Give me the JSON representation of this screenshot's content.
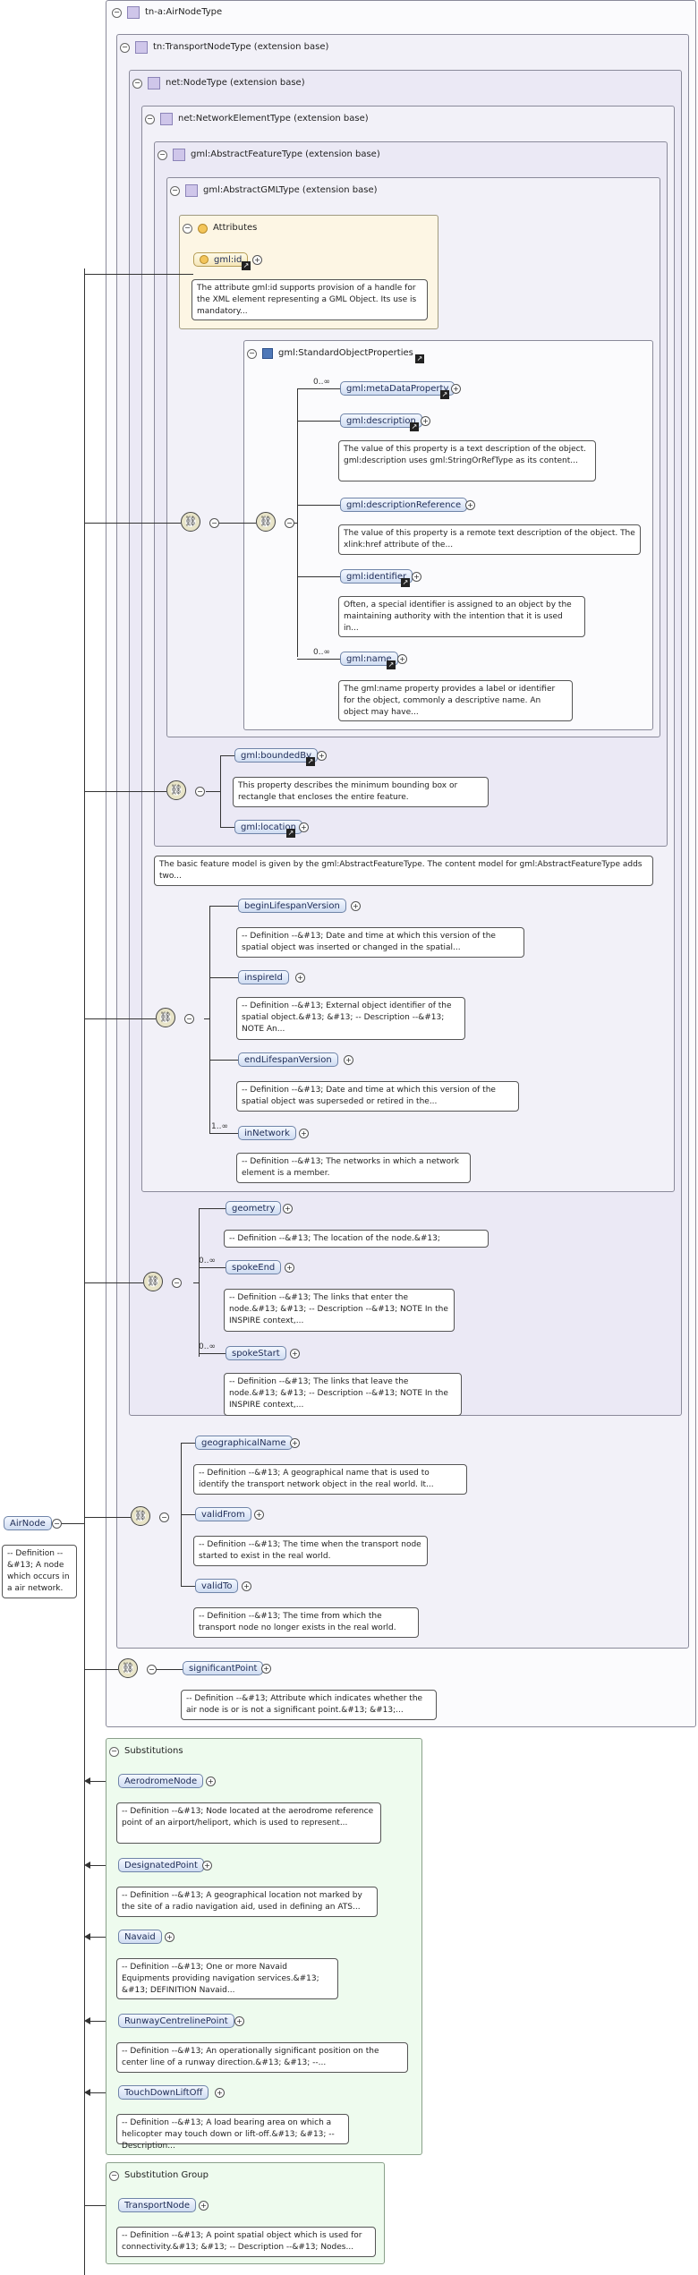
{
  "root": {
    "name": "AirNode",
    "description": "-- Definition --&#13; A node which occurs in a air network.",
    "type_header": "tn-a:AirNodeType"
  },
  "headers": {
    "transport_node_type": "tn:TransportNodeType (extension base)",
    "node_type": "net:NodeType (extension base)",
    "network_element_type": "net:NetworkElementType (extension base)",
    "abstract_feature_type": "gml:AbstractFeatureType (extension base)",
    "abstract_gml_type": "gml:AbstractGMLType (extension base)",
    "attributes": "Attributes",
    "standard_object_properties": "gml:StandardObjectProperties",
    "substitutions": "Substitutions",
    "substitution_group": "Substitution Group"
  },
  "gml_id": {
    "label": "gml:id",
    "description": "The attribute gml:id supports provision of a handle for the XML element representing a GML Object. Its use is mandatory..."
  },
  "standard_props": [
    {
      "label": "gml:metaDataProperty",
      "card": "0..∞",
      "description": ""
    },
    {
      "label": "gml:description",
      "card": "",
      "description": "The value of this property is a text description of the object. gml:description uses gml:StringOrRefType as its content..."
    },
    {
      "label": "gml:descriptionReference",
      "card": "",
      "description": "The value of this property is a remote text description of the object. The xlink:href attribute of the..."
    },
    {
      "label": "gml:identifier",
      "card": "",
      "description": "Often, a special identifier is assigned to an object by the maintaining authority with the intention that it is used in..."
    },
    {
      "label": "gml:name",
      "card": "0..∞",
      "description": "The gml:name property provides a label or identifier for the object, commonly a descriptive name. An object may have..."
    }
  ],
  "feature_props": [
    {
      "label": "gml:boundedBy",
      "description": "This property describes the minimum bounding box or rectangle that encloses the entire feature."
    },
    {
      "label": "gml:location",
      "description": ""
    }
  ],
  "feature_type_note": "The basic feature model is given by the gml:AbstractFeatureType. The content model for gml:AbstractFeatureType adds two...",
  "network_element_props": [
    {
      "label": "beginLifespanVersion",
      "card": "",
      "description": "-- Definition --&#13; Date and time at which this version of the spatial object was inserted or changed in the spatial..."
    },
    {
      "label": "inspireId",
      "card": "",
      "description": "-- Definition --&#13; External object identifier of the spatial object.&#13; &#13; -- Description --&#13; NOTE An..."
    },
    {
      "label": "endLifespanVersion",
      "card": "",
      "description": "-- Definition --&#13; Date and time at which this version of the spatial object was superseded or retired in the..."
    },
    {
      "label": "inNetwork",
      "card": "1..∞",
      "description": "-- Definition --&#13; The networks in which a network element is a member."
    }
  ],
  "node_props": [
    {
      "label": "geometry",
      "card": "",
      "description": "-- Definition --&#13; The location of the node.&#13;"
    },
    {
      "label": "spokeEnd",
      "card": "0..∞",
      "description": "-- Definition --&#13; The links that enter the node.&#13; &#13; -- Description --&#13; NOTE In the INSPIRE context,..."
    },
    {
      "label": "spokeStart",
      "card": "0..∞",
      "description": "-- Definition --&#13; The links that leave the node.&#13; &#13; -- Description --&#13; NOTE In the INSPIRE context,..."
    }
  ],
  "transport_node_props": [
    {
      "label": "geographicalName",
      "description": "-- Definition --&#13; A geographical name that is used to identify the transport network object in the real world. It..."
    },
    {
      "label": "validFrom",
      "description": "-- Definition --&#13; The time when the transport node started to exist in the real world."
    },
    {
      "label": "validTo",
      "description": "-- Definition --&#13; The time from which the transport node no longer exists in the real world."
    }
  ],
  "air_node_props": [
    {
      "label": "significantPoint",
      "description": "-- Definition --&#13; Attribute which indicates whether the air node is or is not a significant point.&#13; &#13;..."
    }
  ],
  "substitutions": [
    {
      "label": "AerodromeNode",
      "description": "-- Definition --&#13; Node located at the aerodrome reference point of an airport/heliport, which is used to represent..."
    },
    {
      "label": "DesignatedPoint",
      "description": "-- Definition --&#13; A geographical location not marked by the site of a radio navigation aid, used in defining an ATS..."
    },
    {
      "label": "Navaid",
      "description": "-- Definition --&#13; One or more Navaid Equipments providing navigation services.&#13; &#13; DEFINITION Navaid..."
    },
    {
      "label": "RunwayCentrelinePoint",
      "description": "-- Definition --&#13; An operationally significant position on the center line of a runway direction.&#13; &#13; --..."
    },
    {
      "label": "TouchDownLiftOff",
      "description": "-- Definition --&#13; A load bearing area on which a helicopter may touch down or lift-off.&#13; &#13; -- Description..."
    }
  ],
  "substitution_group": [
    {
      "label": "TransportNode",
      "description": "-- Definition --&#13; A point spatial object which is used for connectivity.&#13; &#13; -- Description --&#13; Nodes..."
    }
  ],
  "colors": {
    "element_fill": "#cfdcf2",
    "attribute_fill": "#f5e6b8",
    "substitution_bg": "#eefbee",
    "type_icon": "#cfc6ea"
  }
}
